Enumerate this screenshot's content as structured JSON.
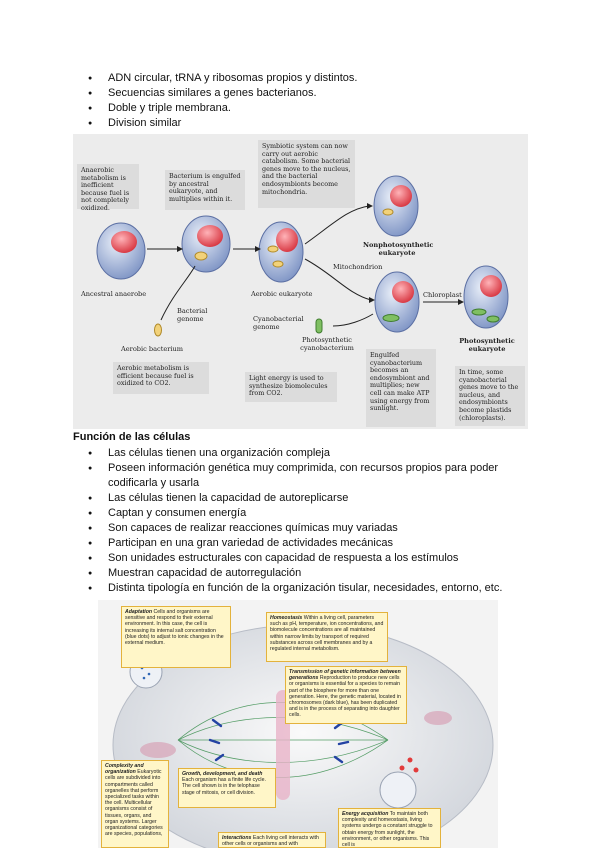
{
  "top_bullets": [
    "ADN circular, tRNA y ribosomas propios y distintos.",
    " Secuencias similares a genes bacterianos.",
    "Doble y triple membrana.",
    "Division similar"
  ],
  "figure1": {
    "boxes": {
      "anaerobic": "Anaerobic metabolism is inefficient because fuel is not completely oxidized.",
      "engulfed": "Bacterium is engulfed by ancestral eukaryote, and multiplies within it.",
      "symbiotic": "Symbiotic system can now carry out aerobic catabolism. Some bacterial genes move to the nucleus, and the bacterial endosymbionts become mitochondria.",
      "aerobic_metabolism": "Aerobic metabolism is efficient because fuel is oxidized to CO2.",
      "light_energy": "Light energy is used to synthesize biomolecules from CO2.",
      "engulfed_cyano": "Engulfed cyanobacterium becomes an endosymbiont and multiplies; new cell can make ATP using energy from sunlight.",
      "in_time": "In time, some cyanobacterial genes move to the nucleus, and endosymbionts become plastids (chloroplasts)."
    },
    "labels": {
      "ancestral_anaerobe": "Ancestral anaerobe",
      "bacterial_genome": "Bacterial genome",
      "aerobic_bacterium": "Aerobic bacterium",
      "aerobic_eukaryote": "Aerobic eukaryote",
      "nonphotosynthetic": "Nonphotosynthetic eukaryote",
      "mitochondrion": "Mitochondrion",
      "cyanobacterial_genome": "Cyanobacterial genome",
      "photosynthetic_cyano": "Photosynthetic cyanobacterium",
      "chloroplast": "Chloroplast",
      "photosynthetic_eukaryote": "Photosynthetic eukaryote"
    }
  },
  "function_title": "Función de las células",
  "function_bullets": [
    "Las células tienen una organización compleja",
    " Poseen información genética muy comprimida, con recursos propios para poder codificarla y usarla",
    "Las células tienen la capacidad de autoreplicarse",
    "Captan y consumen energía",
    "Son capaces de realizar reacciones químicas muy variadas",
    " Participan en una gran variedad de actividades mecánicas",
    "Son unidades estructurales con capacidad de respuesta a los estímulos",
    " Muestran capacidad de autorregulación",
    "Distinta tipología en función de la organización tisular, necesidades, entorno, etc."
  ],
  "figure2": {
    "stamp": "",
    "notes": {
      "adaptation_title": "Adaptation",
      "adaptation": "Cells and organisms are sensitive and respond to their external environment. In this case, the cell is increasing its internal salt concentration (blue dots) to adjust to ionic changes in the external medium.",
      "homeostasis_title": "Homeostasis",
      "homeostasis": "Within a living cell, parameters such as pH, temperature, ion concentrations, and biomolecule concentrations are all maintained within narrow limits by transport of required substances across cell membranes and by a regulated internal metabolism.",
      "transmission_title": "Transmission of genetic information between generations",
      "transmission": "Reproduction to produce new cells or organisms is essential for a species to remain part of the biosphere for more than one generation. Here, the genetic material, located in chromosomes (dark blue), has been duplicated and is in the process of separating into daughter cells.",
      "complexity_title": "Complexity and organization",
      "complexity": "Eukaryotic cells are subdivided into compartments called organelles that perform specialized tasks within the cell. Multicellular organisms consist of tissues, organs, and organ systems. Larger organizational categories are species, populations,",
      "growth_title": "Growth, development, and death",
      "growth": "Each organism has a finite life cycle. The cell shown is in the telophase stage of mitosis, or cell division.",
      "energy_title": "Energy acquisition",
      "energy": "To maintain both complexity and homeostasis, living systems undergo a constant struggle to obtain energy from sunlight, the environment, or other organisms. This cell is",
      "interactions_title": "Interactions",
      "interactions": "Each living cell interacts with other cells or organisms and with"
    }
  }
}
